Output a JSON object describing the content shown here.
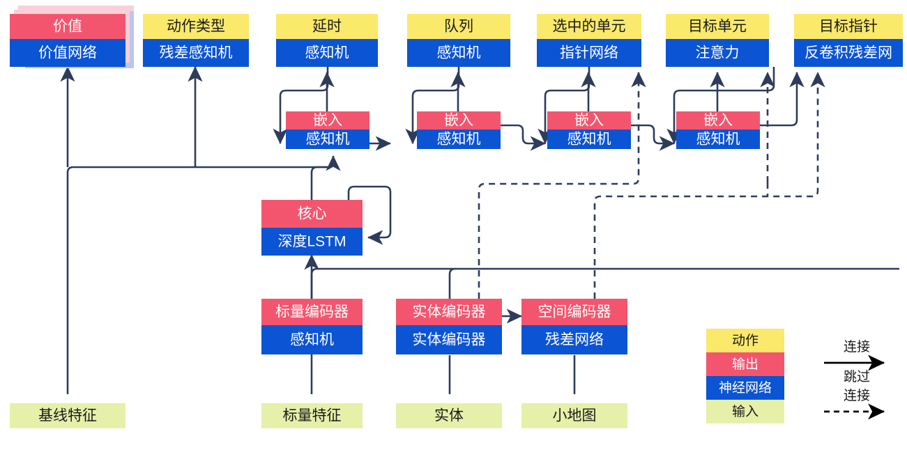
{
  "diagram": {
    "title": "AlphaStar-style agent architecture diagram (Chinese labels)",
    "palette": {
      "action": "#FAE96B",
      "output": "#F4556E",
      "network": "#0B54D3",
      "input": "#E6F0A9",
      "stroke": "#2E3C5A",
      "legend_arrow": "#000000",
      "shadow_pink": "#F9CFD9",
      "shadow_blue": "#B9C7F0",
      "text_dark": "#1a1a1a",
      "text_light": "#ffffff"
    },
    "top_blocks": [
      {
        "id": "value",
        "action": "价值",
        "network": "价值网络",
        "top_kind": "output",
        "stacked": true
      },
      {
        "id": "action_type",
        "action": "动作类型",
        "network": "残差感知机",
        "top_kind": "action",
        "stacked": false
      },
      {
        "id": "delay",
        "action": "延时",
        "network": "感知机",
        "top_kind": "action",
        "stacked": false
      },
      {
        "id": "queue",
        "action": "队列",
        "network": "感知机",
        "top_kind": "action",
        "stacked": false
      },
      {
        "id": "selected",
        "action": "选中的单元",
        "network": "指针网络",
        "top_kind": "action",
        "stacked": false
      },
      {
        "id": "target_unit",
        "action": "目标单元",
        "network": "注意力",
        "top_kind": "action",
        "stacked": false
      },
      {
        "id": "target_point",
        "action": "目标指针",
        "network": "反卷积残差网",
        "top_kind": "action",
        "stacked": false
      }
    ],
    "embed_blocks": [
      {
        "id": "embed1",
        "output": "嵌入",
        "network": "感知机"
      },
      {
        "id": "embed2",
        "output": "嵌入",
        "network": "感知机"
      },
      {
        "id": "embed3",
        "output": "嵌入",
        "network": "感知机"
      },
      {
        "id": "embed4",
        "output": "嵌入",
        "network": "感知机"
      }
    ],
    "core_block": {
      "id": "core",
      "output": "核心",
      "network": "深度LSTM"
    },
    "encoder_blocks": [
      {
        "id": "scalar_enc",
        "output": "标量编码器",
        "network": "感知机"
      },
      {
        "id": "entity_enc",
        "output": "实体编码器",
        "network": "实体编码器"
      },
      {
        "id": "spatial_enc",
        "output": "空间编码器",
        "network": "残差网络"
      }
    ],
    "input_blocks": [
      {
        "id": "baseline_features",
        "label": "基线特征"
      },
      {
        "id": "scalar_features",
        "label": "标量特征"
      },
      {
        "id": "entities",
        "label": "实体"
      },
      {
        "id": "minimap",
        "label": "小地图"
      }
    ],
    "legend": {
      "swatches": [
        {
          "id": "legend-action",
          "label": "动作",
          "kind": "action"
        },
        {
          "id": "legend-output",
          "label": "输出",
          "kind": "output"
        },
        {
          "id": "legend-network",
          "label": "神经网络",
          "kind": "network"
        },
        {
          "id": "legend-input",
          "label": "输入",
          "kind": "input"
        }
      ],
      "edges": [
        {
          "id": "legend-connection",
          "label": "连接",
          "style": "solid"
        },
        {
          "id": "legend-skip",
          "label_line1": "跳过",
          "label_line2": "连接",
          "style": "dashed"
        }
      ]
    }
  }
}
